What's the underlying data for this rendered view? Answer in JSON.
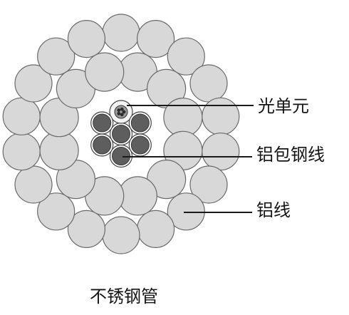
{
  "colors": {
    "aluminum_fill": "#d8d8d8",
    "aluminum_stroke": "#6a6a6a",
    "steel_fill": "#5e5e5e",
    "steel_cladding": "#ffffff",
    "steel_cladding_stroke": "#444444",
    "optical_tube": "#f4f4f4",
    "leader_line": "#1a1a1a",
    "text": "#141414"
  },
  "labels": {
    "optical_unit": "光单元",
    "al_clad_steel_wire": "铝包钢线",
    "aluminum_wire": "铝线",
    "caption": "不锈钢管"
  }
}
